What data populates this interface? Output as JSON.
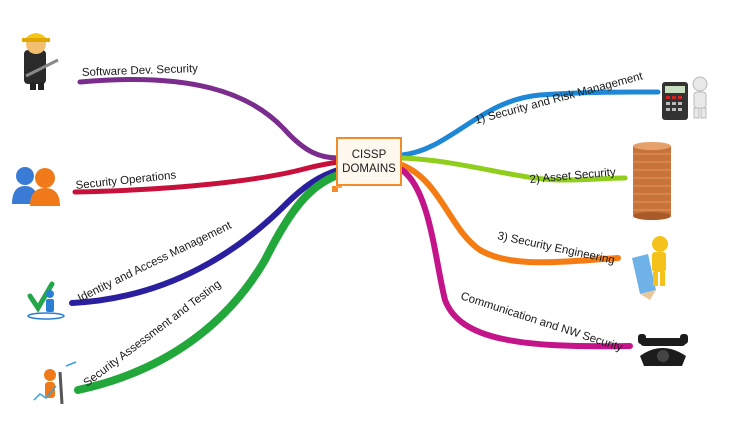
{
  "center": {
    "line1": "CISSP",
    "line2": "DOMAINS",
    "border_color": "#f28c28"
  },
  "branches": [
    {
      "id": "software-dev-security",
      "label": "Software Dev. Security",
      "color": "#7b2d8e",
      "icon": "construction-worker-icon"
    },
    {
      "id": "security-operations",
      "label": "Security Operations",
      "color": "#c8103c",
      "icon": "people-icon"
    },
    {
      "id": "identity-access-management",
      "label": "Identity and Access Management",
      "color": "#2a1f9e",
      "icon": "checkmark-person-icon"
    },
    {
      "id": "security-assessment-testing",
      "label": "Security Assessment and Testing",
      "color": "#22a83a",
      "icon": "pen-person-icon"
    },
    {
      "id": "security-risk-management",
      "label": "1) Security and Risk Management",
      "color": "#1e88d6",
      "icon": "calculator-person-icon"
    },
    {
      "id": "asset-security",
      "label": "2) Asset Security",
      "color": "#8fce1c",
      "icon": "coin-stack-icon"
    },
    {
      "id": "security-engineering",
      "label": "3) Security Engineering",
      "color": "#f57c12",
      "icon": "pencil-person-icon"
    },
    {
      "id": "communication-nw-security",
      "label": "Communication and NW Security",
      "color": "#c4148a",
      "icon": "telephone-icon"
    }
  ]
}
